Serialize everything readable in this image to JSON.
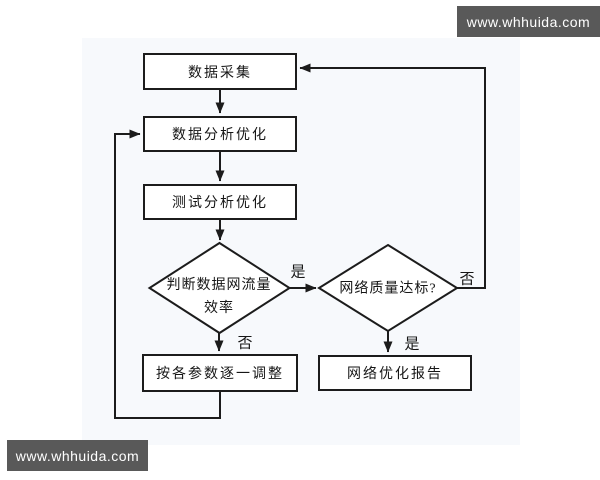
{
  "watermark_top": {
    "text": "www.whhuida.com"
  },
  "watermark_bottom": {
    "text": "www.whhuida.com"
  },
  "colors": {
    "banner_bg": "#595959",
    "line": "#1c1c1c",
    "node_bg": "#ffffff",
    "panel_bg": "#f7f9fc"
  },
  "flowchart": {
    "nodes": {
      "collect": {
        "label": "数据采集"
      },
      "analyze": {
        "label": "数据分析优化"
      },
      "test": {
        "label": "测试分析优化"
      },
      "decision_traffic": {
        "label_line1": "判断数据网流量",
        "label_line2": "效率"
      },
      "decision_quality": {
        "label": "网络质量达标?"
      },
      "adjust": {
        "label": "按各参数逐一调整"
      },
      "report": {
        "label": "网络优化报告"
      }
    },
    "edge_labels": {
      "traffic_yes": "是",
      "traffic_no": "否",
      "quality_yes": "是",
      "quality_no": "否"
    }
  }
}
